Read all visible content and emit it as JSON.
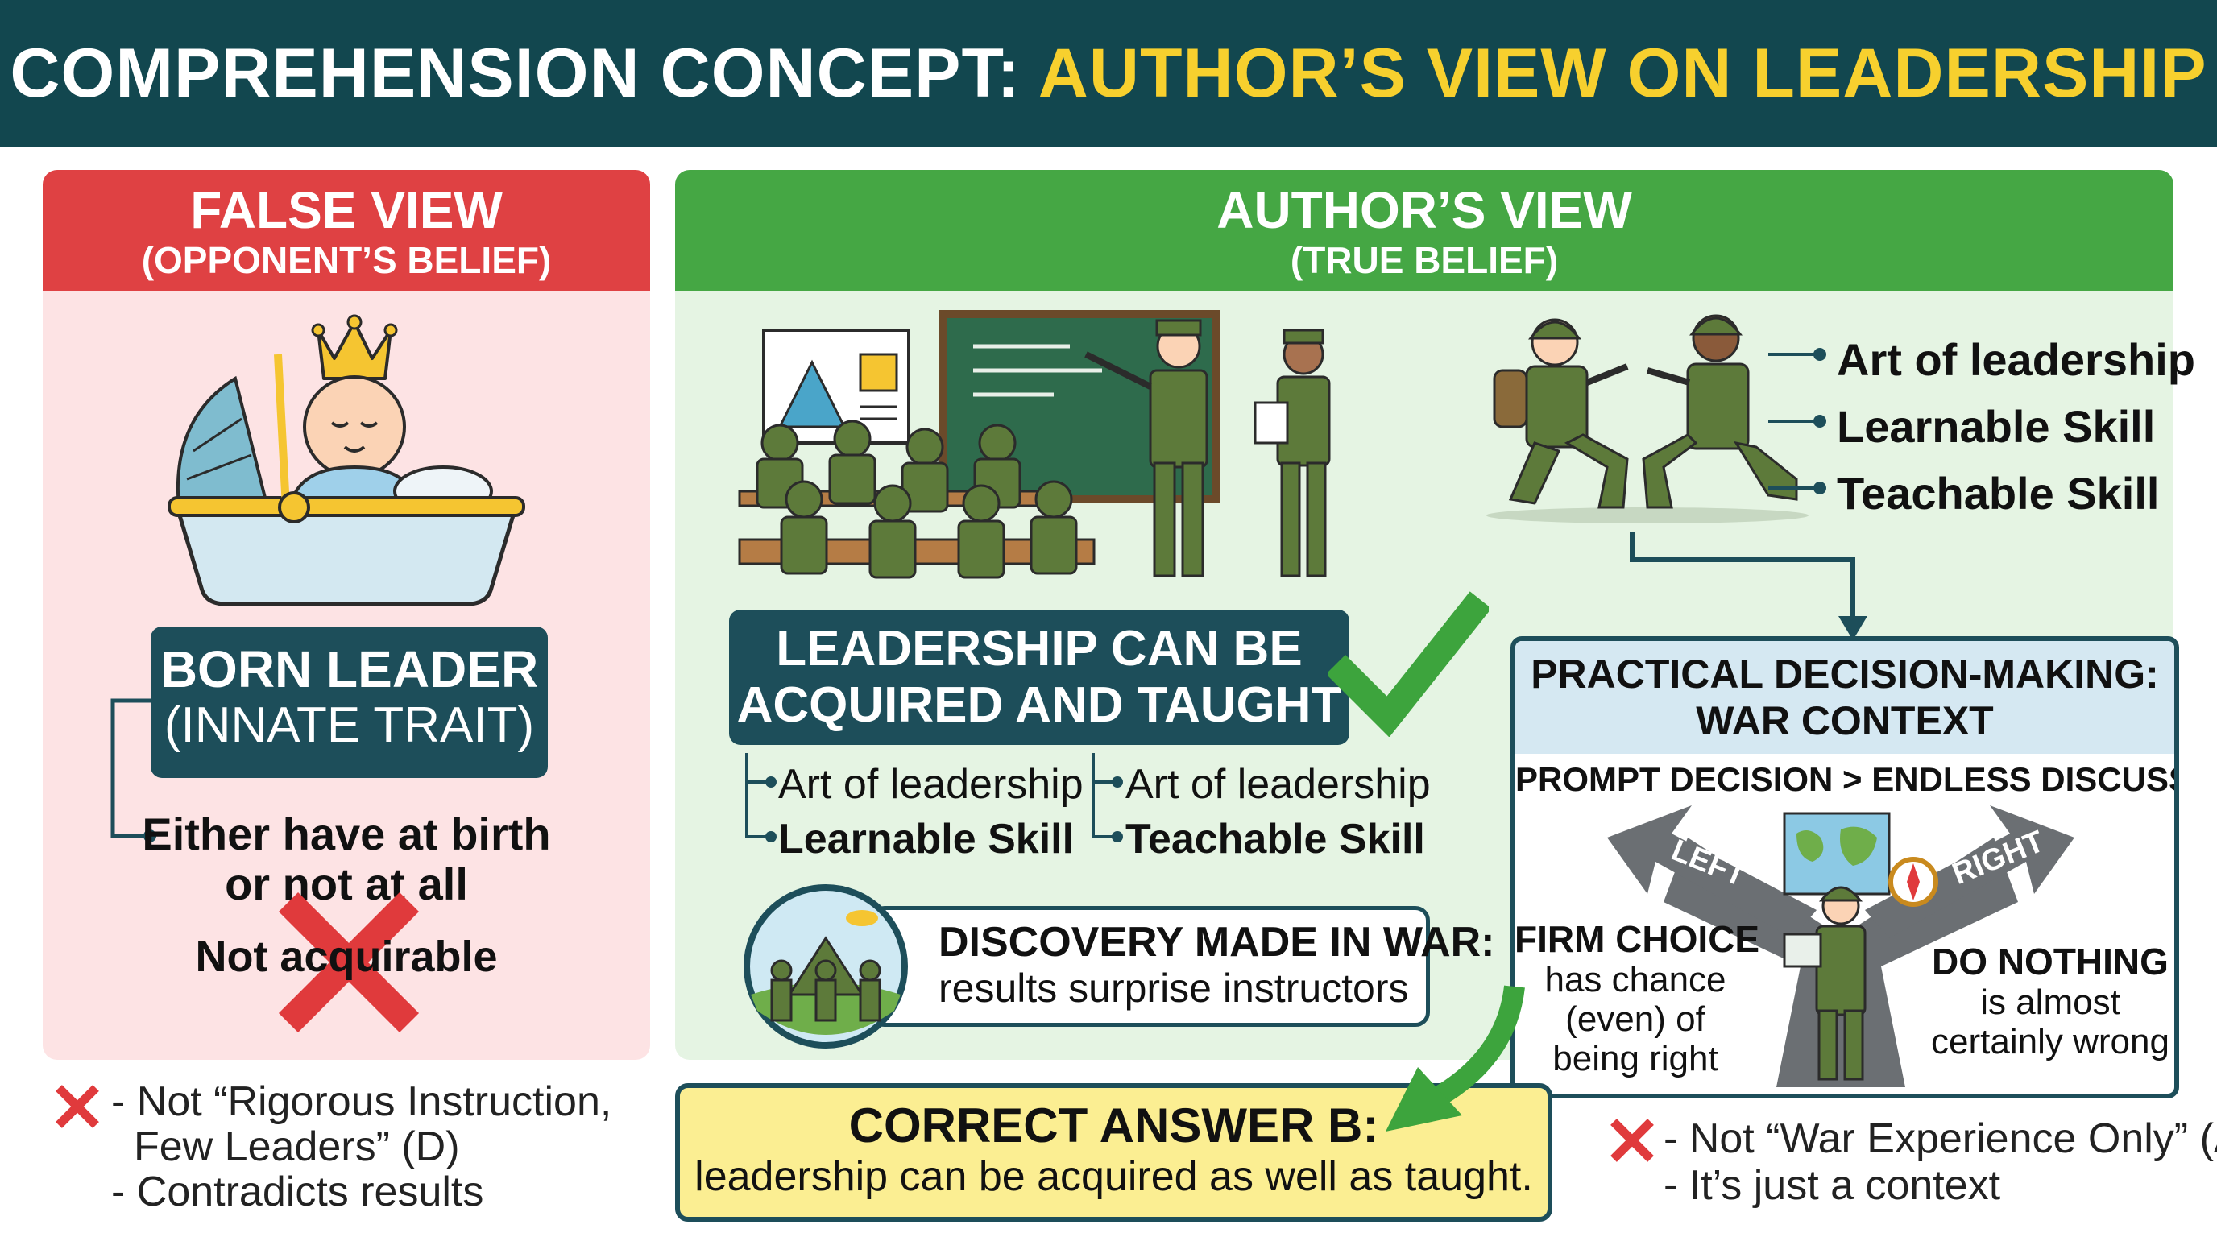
{
  "header": {
    "title_white": "COMPREHENSION CONCEPT: ",
    "title_yellow": "AUTHOR’S VIEW ON LEADERSHIP"
  },
  "false_view": {
    "title": "FALSE VIEW",
    "subtitle": "(OPPONENT’S BELIEF)",
    "box_line1": "BORN LEADER",
    "box_line2": "(INNATE TRAIT)",
    "either_line1": "Either have at birth",
    "either_line2": "or not at all",
    "not_acquirable": "Not acquirable"
  },
  "wrong_d": {
    "line1": "- Not “Rigorous Instruction,",
    "line2": "Few Leaders” (D)",
    "line3": "- Contradicts results"
  },
  "authors_view": {
    "title": "AUTHOR’S VIEW",
    "subtitle": "(TRUE BELIEF)",
    "right_list": [
      "Art of leadership",
      "Learnable Skill",
      "Teachable Skill"
    ],
    "acquired_line1": "LEADERSHIP CAN BE",
    "acquired_line2": "ACQUIRED AND TAUGHT",
    "col1": [
      "Art of leadership",
      "Learnable Skill"
    ],
    "col2": [
      "Art of leadership",
      "Teachable Skill"
    ],
    "discovery_title": "DISCOVERY MADE IN WAR:",
    "discovery_text": "results surprise instructors"
  },
  "practical": {
    "title_line1": "PRACTICAL DECISION-MAKING:",
    "title_line2": "WAR CONTEXT",
    "prompt": "PROMPT DECISION > ENDLESS DISCUSSION",
    "left_sign": "LEFT",
    "right_sign": "RIGHT",
    "firm_title": "FIRM CHOICE",
    "firm_lines": [
      "has chance",
      "(even) of",
      "being right"
    ],
    "nothing_title": "DO NOTHING",
    "nothing_lines": [
      "is almost",
      "certainly wrong"
    ]
  },
  "answer": {
    "title": "CORRECT ANSWER B:",
    "text": "leadership can be acquired as well as taught."
  },
  "wrong_a": {
    "line1": "- Not “War Experience Only” (A)",
    "line2": "- It’s just a context"
  },
  "colors": {
    "header": "#12474f",
    "accent_yellow": "#f7d02e",
    "false_red": "#df4143",
    "true_green": "#45a744",
    "dark_teal": "#1d4e5a",
    "answer_yellow": "#fbee92"
  }
}
